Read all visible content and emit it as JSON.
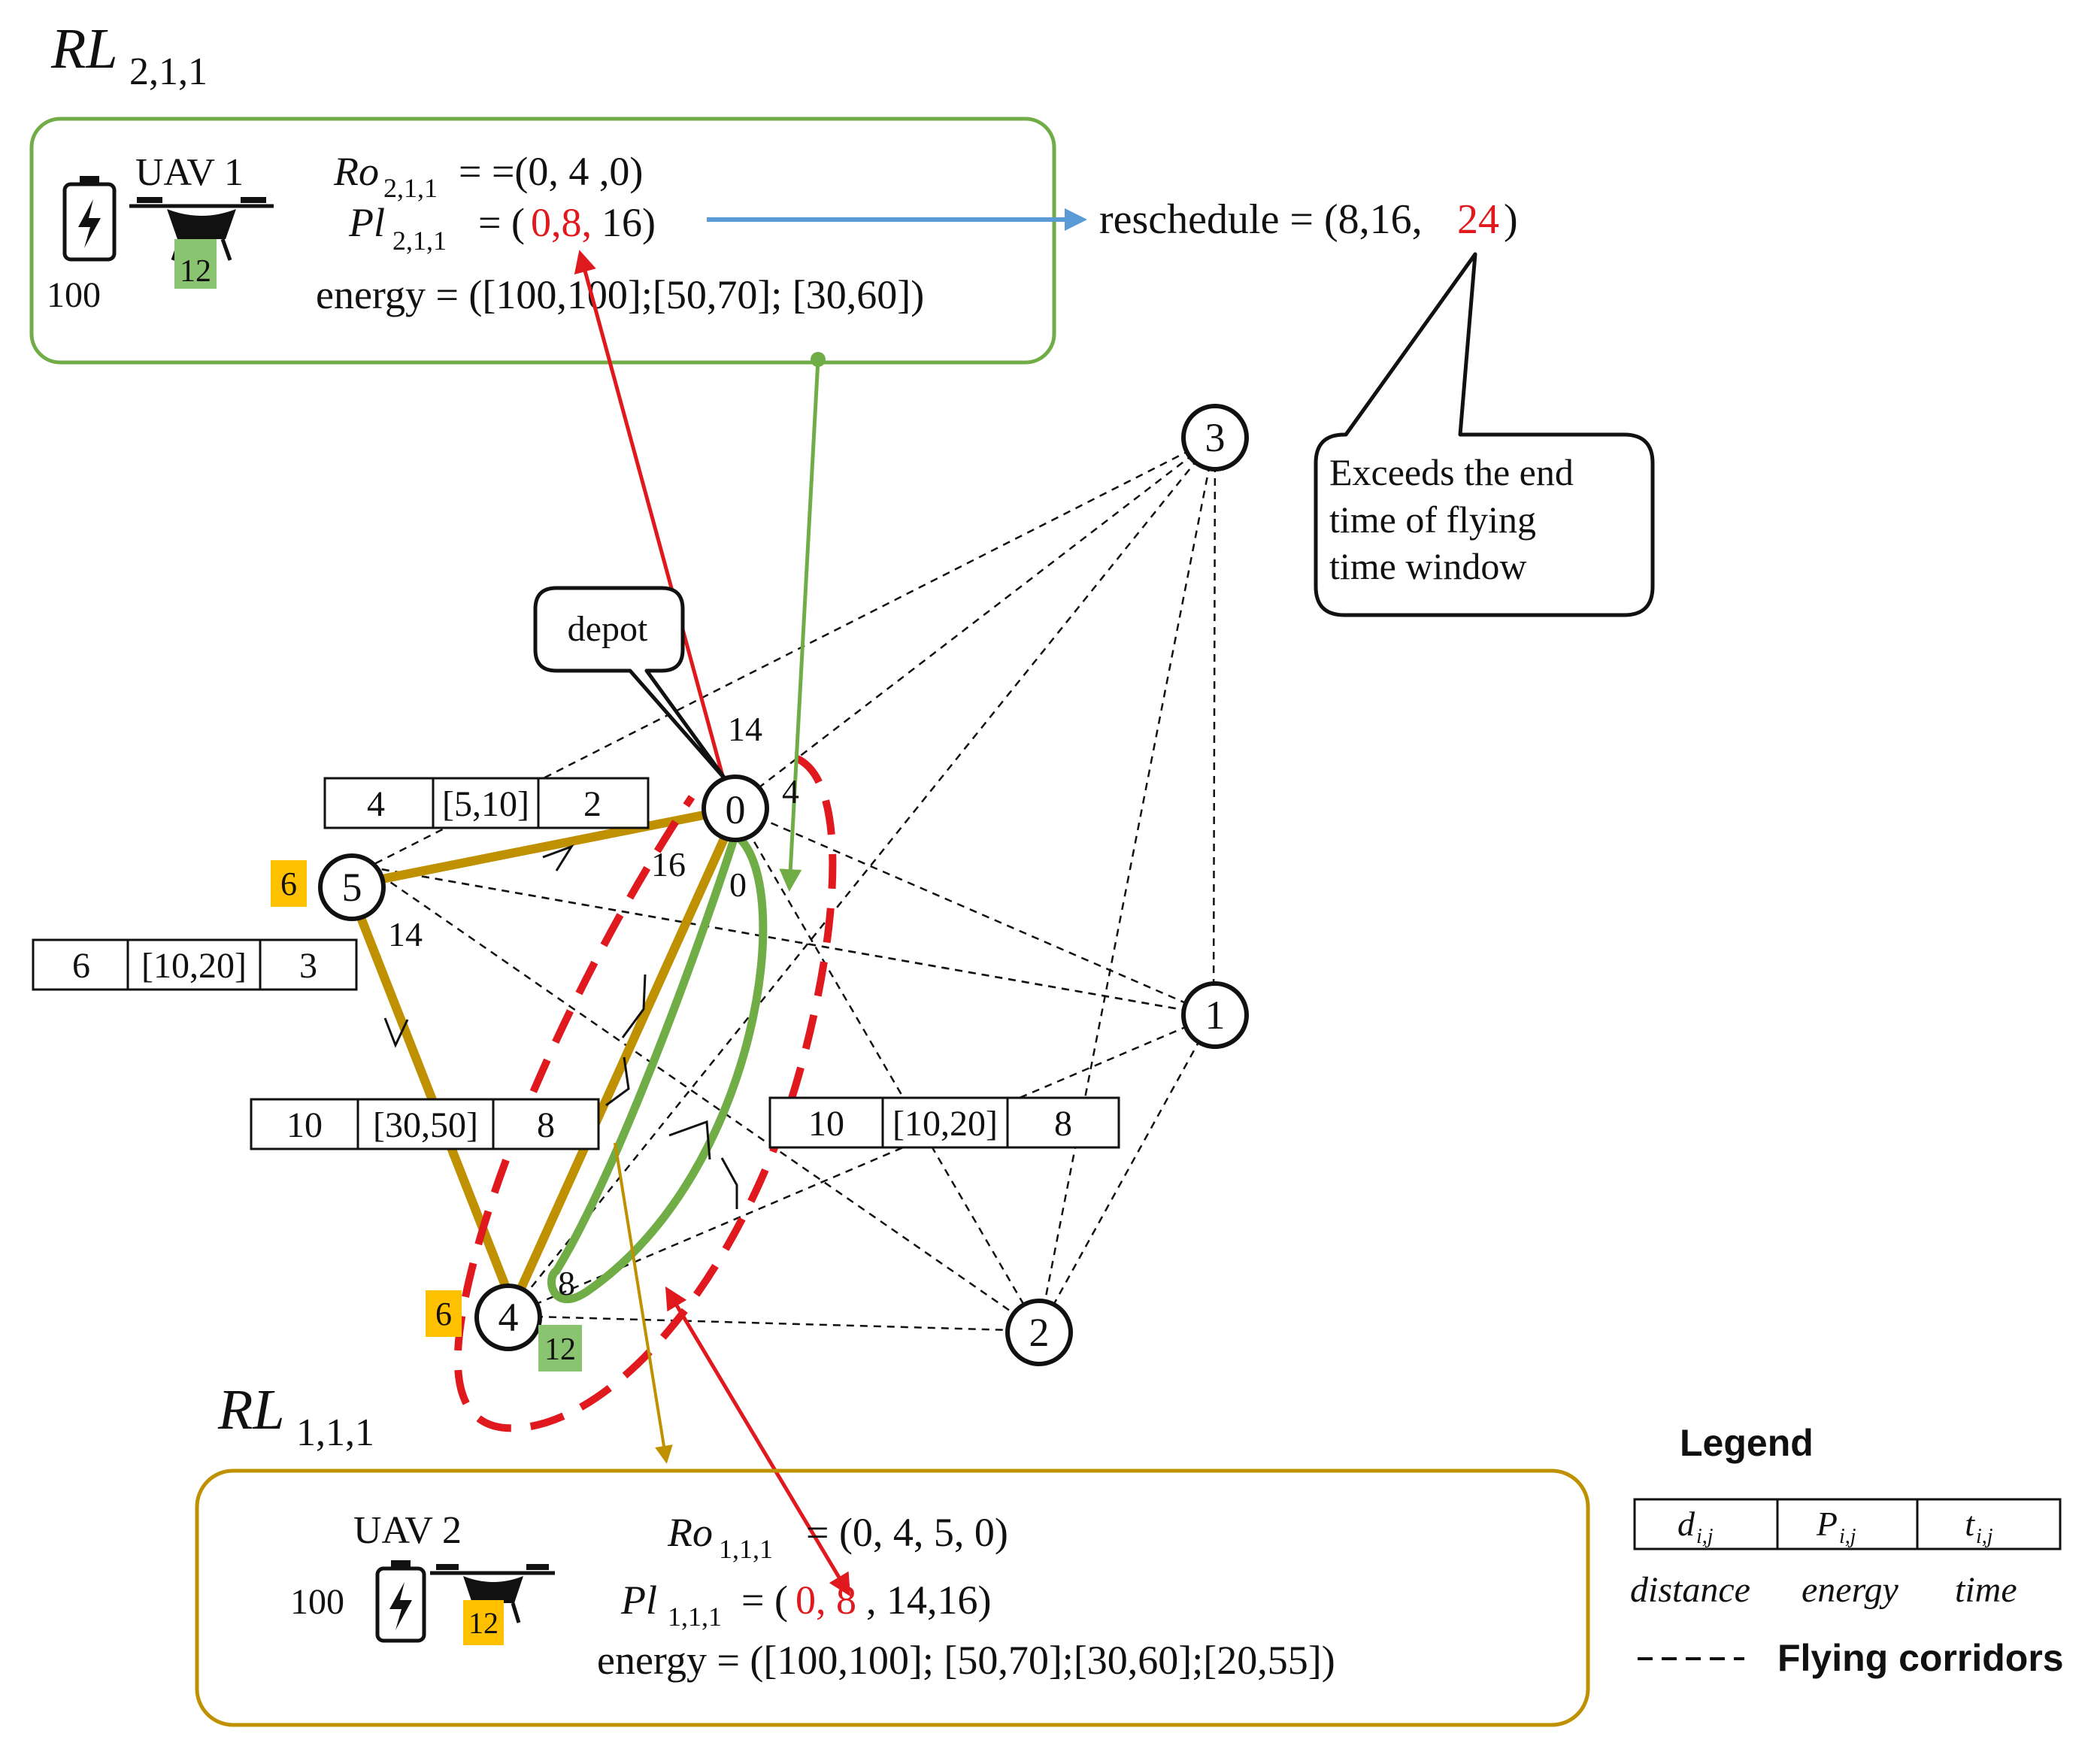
{
  "rl_top": {
    "title_main": "RL",
    "title_sub": "2,1,1"
  },
  "rl_bottom": {
    "title_main": "RL",
    "title_sub": "1,1,1"
  },
  "uav1": {
    "name": "UAV 1",
    "battery": "100",
    "payload": "12",
    "ro_label": "Ro",
    "ro_sub": "2,1,1",
    "ro_value": "= =(0, 4 ,0)",
    "pl_label": "Pl",
    "pl_sub": "2,1,1",
    "pl_eq": "= (",
    "pl_red": "0,8,",
    "pl_rest": "16)",
    "energy": "energy = ([100,100];[50,70]; [30,60])"
  },
  "reschedule": {
    "label": "reschedule = (8,16,",
    "red": "24",
    "close": ")"
  },
  "callout_exceeds": [
    "Exceeds the end",
    "time of  flying",
    "time window"
  ],
  "callout_depot": "depot",
  "nodes": [
    "0",
    "1",
    "2",
    "3",
    "4",
    "5"
  ],
  "edge_labels": {
    "top": [
      "4",
      "[5,10]",
      "2"
    ],
    "left": [
      "6",
      "[10,20]",
      "3"
    ],
    "mid_left": [
      "10",
      "[30,50]",
      "8"
    ],
    "mid_right": [
      "10",
      "[10,20]",
      "8"
    ]
  },
  "time_labels": {
    "t14_depot": "14",
    "t16": "16",
    "t0": "0",
    "t14_n5": "14",
    "t4": "4",
    "t8": "8"
  },
  "payload_badges": {
    "n5_orange": "6",
    "n4_orange": "6",
    "n4_green": "12"
  },
  "uav2": {
    "name": "UAV 2",
    "battery": "100",
    "payload": "12",
    "ro_label": "Ro",
    "ro_sub": "1,1,1",
    "ro_value": "= (0, 4, 5, 0)",
    "pl_label": "Pl",
    "pl_sub": "1,1,1",
    "pl_eq": "= (",
    "pl_red": "0, 8",
    "pl_rest": ", 14,16)",
    "energy": "energy = ([100,100]; [50,70];[30,60];[20,55])"
  },
  "legend": {
    "title": "Legend",
    "cells": [
      "d",
      "P",
      "t"
    ],
    "cell_sub": "i,j",
    "captions": [
      "distance",
      "energy",
      "time"
    ],
    "corridors": "Flying corridors"
  },
  "colors": {
    "green": "#70ad47",
    "gold": "#bf9000",
    "red": "#e0191e",
    "blue": "#5b9bd5",
    "orange": "#ffc000",
    "lightgreen": "#8bc470"
  }
}
